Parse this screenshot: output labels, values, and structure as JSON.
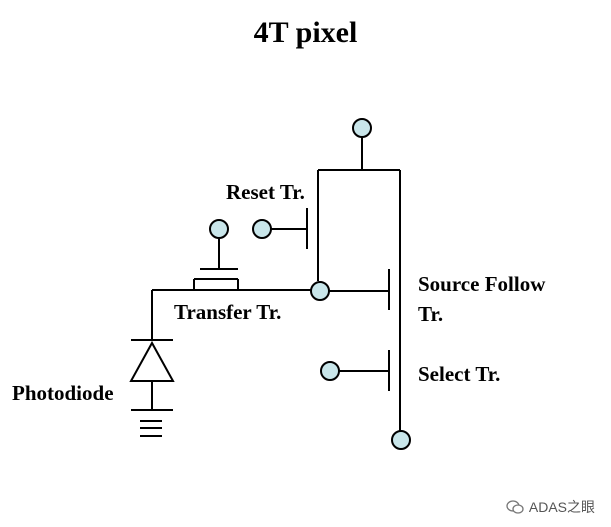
{
  "title": "4T pixel",
  "labels": {
    "reset": "Reset Tr.",
    "transfer": "Transfer Tr.",
    "source_follow_line1": "Source Follow",
    "source_follow_line2": "Tr.",
    "select": "Select Tr.",
    "photodiode": "Photodiode"
  },
  "watermark": "ADAS之眼",
  "colors": {
    "terminal_fill": "#c9e6ea",
    "line": "#000000"
  }
}
